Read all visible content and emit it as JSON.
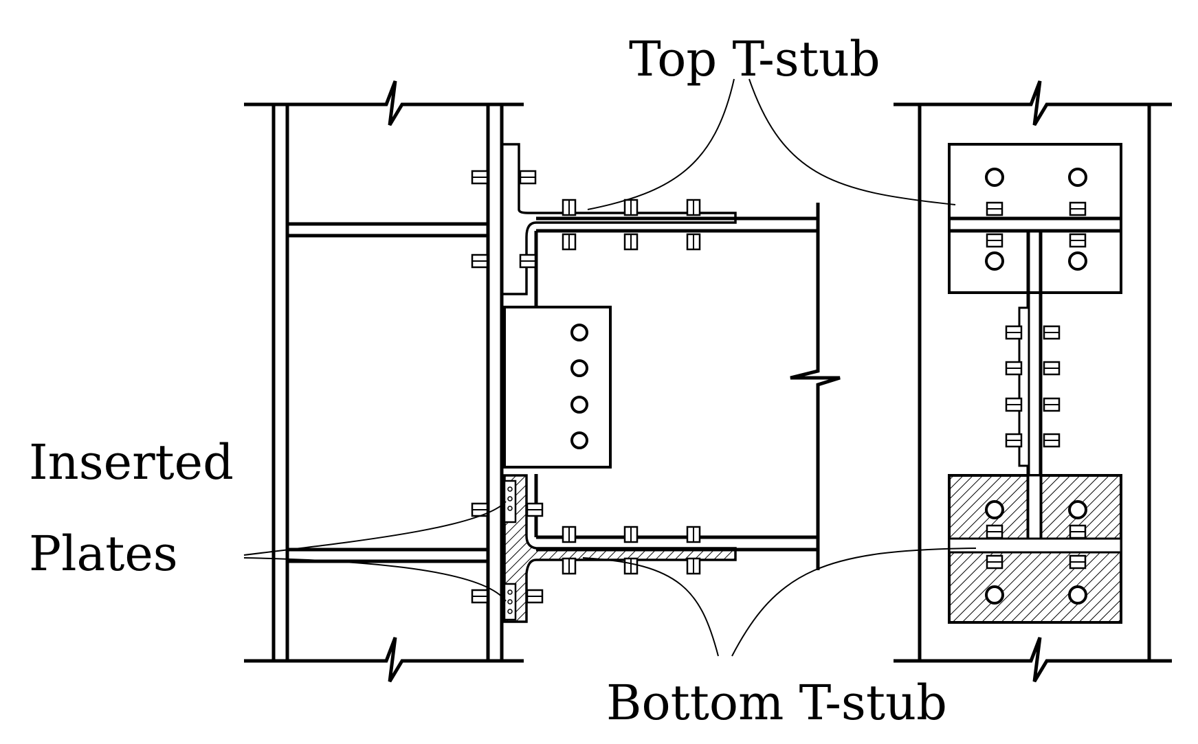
{
  "labels": {
    "top_tstub": "Top T-stub",
    "bottom_tstub": "Bottom T-stub",
    "inserted_line1": "Inserted",
    "inserted_line2": "Plates"
  },
  "colors": {
    "ink": "#000000",
    "background": "#ffffff"
  }
}
